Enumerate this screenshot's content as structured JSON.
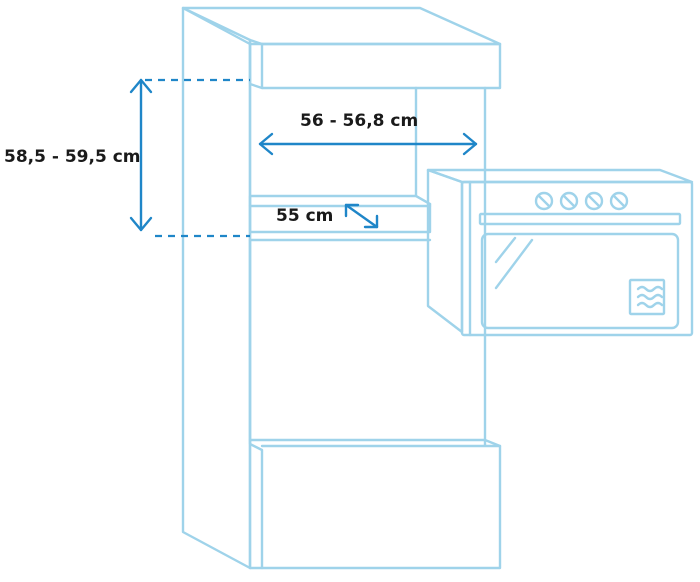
{
  "labels": {
    "height": "58,5 - 59,5 cm",
    "width": "56 - 56,8 cm",
    "depth": "55 cm"
  },
  "colors": {
    "outline": "#9fd3ea",
    "dimension": "#1f86c8",
    "text": "#1a1a1a",
    "background": "#ffffff"
  },
  "icons": {
    "oven_knob": "oven-knob-icon",
    "microwave_symbol": "microwave-waves-icon"
  }
}
